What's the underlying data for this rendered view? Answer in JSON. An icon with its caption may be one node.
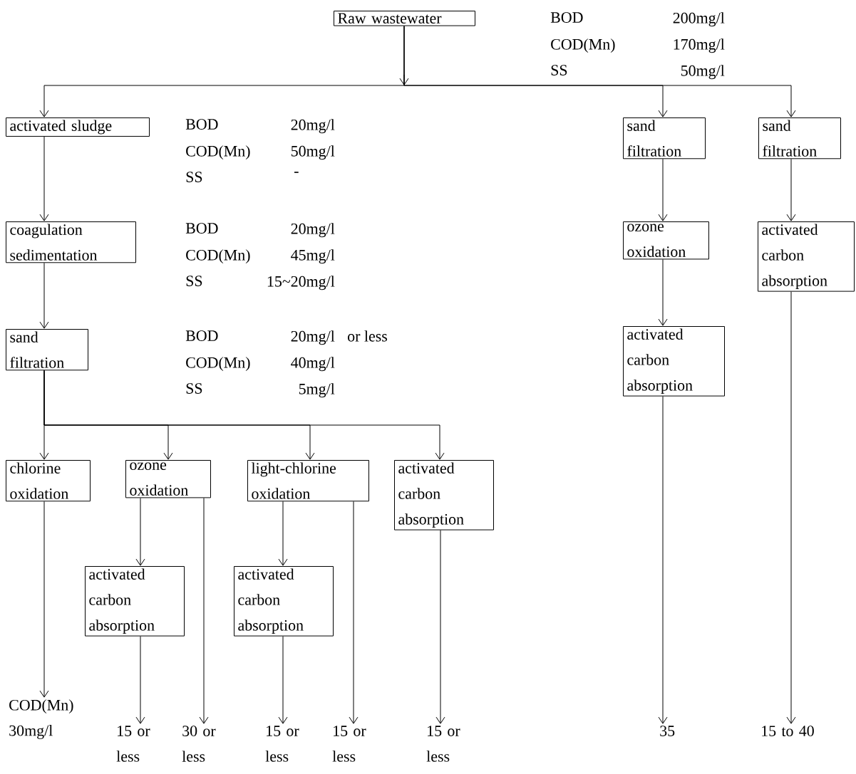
{
  "diagram": {
    "nodes": [
      {
        "text": [
          "Raw wastewater"
        ]
      },
      {
        "text": [
          "activated sludge"
        ]
      },
      {
        "text": [
          "coagulation sedimentation"
        ]
      },
      {
        "text": [
          "sand filtration"
        ]
      },
      {
        "text": [
          "chlorine oxidation"
        ]
      },
      {
        "text": [
          "ozone oxidation"
        ]
      },
      {
        "text": [
          "light-chlorine oxidation"
        ]
      },
      {
        "text": [
          "activated carbon absorption"
        ]
      },
      {
        "text": [
          "activated carbon absorption"
        ]
      },
      {
        "text": [
          "activated carbon absorption"
        ]
      },
      {
        "text": [
          "sand filtration"
        ]
      },
      {
        "text": [
          "ozone oxidation"
        ]
      },
      {
        "text": [
          "activated carbon absorption"
        ]
      },
      {
        "text": [
          "sand filtration"
        ]
      },
      {
        "text": [
          "activated carbon absorption"
        ]
      },
      {
        "text": [
          "COD(Mn) 30mg/l"
        ]
      },
      {
        "text": [
          "15 or less"
        ]
      },
      {
        "text": [
          "30 or less"
        ]
      },
      {
        "text": [
          "15 or less"
        ]
      },
      {
        "text": [
          "15 or less"
        ]
      },
      {
        "text": [
          "15 or less"
        ]
      },
      {
        "text": [
          "35"
        ]
      },
      {
        "text": [
          "15 to 40"
        ]
      }
    ],
    "edges": [
      {
        "from": 0,
        "to": 1,
        "arrow": "to"
      },
      {
        "from": 0,
        "to": 10,
        "arrow": "to"
      },
      {
        "from": 0,
        "to": 13,
        "arrow": "to"
      },
      {
        "from": 1,
        "to": 2,
        "arrow": "to"
      },
      {
        "from": 2,
        "to": 3,
        "arrow": "to"
      },
      {
        "from": 3,
        "to": 4,
        "arrow": "to"
      },
      {
        "from": 3,
        "to": 5,
        "arrow": "to"
      },
      {
        "from": 3,
        "to": 6,
        "arrow": "to"
      },
      {
        "from": 3,
        "to": 7,
        "arrow": "to"
      },
      {
        "from": 10,
        "to": 11,
        "arrow": "to"
      },
      {
        "from": 11,
        "to": 12,
        "arrow": "to"
      },
      {
        "from": 13,
        "to": 14,
        "arrow": "to"
      },
      {
        "from": 5,
        "to": 8,
        "arrow": "to"
      },
      {
        "from": 6,
        "to": 9,
        "arrow": "to"
      },
      {
        "from": 4,
        "to": 15,
        "arrow": "to"
      },
      {
        "from": 8,
        "to": 16,
        "arrow": "to"
      },
      {
        "from": 5,
        "to": 17,
        "arrow": "to"
      },
      {
        "from": 9,
        "to": 18,
        "arrow": "to"
      },
      {
        "from": 6,
        "to": 19,
        "arrow": "to"
      },
      {
        "from": 7,
        "to": 20,
        "arrow": "to"
      },
      {
        "from": 12,
        "to": 21,
        "arrow": "to"
      },
      {
        "from": 14,
        "to": 22,
        "arrow": "to"
      }
    ],
    "labels": [
      "BOD",
      "200mg/l",
      "COD(Mn)",
      "170mg/l",
      "SS",
      "50mg/l",
      "BOD",
      "20mg/l",
      "COD(Mn)",
      "50mg/l",
      "SS",
      "-",
      "BOD",
      "20mg/l",
      "COD(Mn)",
      "45mg/l",
      "SS",
      "15~20mg/l",
      "BOD",
      "20mg/l",
      "or less",
      "COD(Mn)",
      "40mg/l",
      "SS",
      "5mg/l"
    ]
  }
}
